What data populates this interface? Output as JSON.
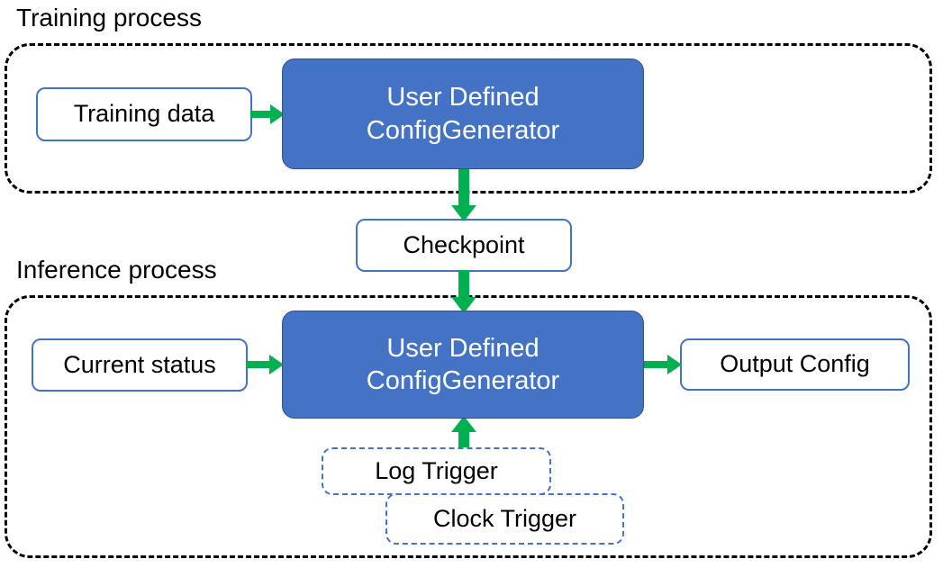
{
  "diagram": {
    "title_training": "Training process",
    "title_inference": "Inference process",
    "colors": {
      "process_fill": "#4472C4",
      "process_border": "#2F528F",
      "node_border": "#4472C4",
      "arrow_green": "#00B050",
      "container_border": "#000000",
      "text_dark": "#000000",
      "text_light": "#FFFFFF",
      "background": "#FFFFFF"
    }
  },
  "training": {
    "label": "Training process",
    "input_node": "Training data",
    "process_line1": "User Defined",
    "process_line2": "ConfigGenerator"
  },
  "checkpoint": {
    "label": "Checkpoint"
  },
  "inference": {
    "label": "Inference process",
    "input_node": "Current status",
    "process_line1": "User Defined",
    "process_line2": "ConfigGenerator",
    "output_node": "Output Config",
    "triggers": [
      {
        "label": "Log Trigger"
      },
      {
        "label": "Clock Trigger"
      }
    ]
  },
  "arrows": [
    {
      "name": "training-data-to-process",
      "direction": "right"
    },
    {
      "name": "process-to-checkpoint",
      "direction": "down"
    },
    {
      "name": "checkpoint-to-process",
      "direction": "down"
    },
    {
      "name": "current-status-to-process",
      "direction": "right"
    },
    {
      "name": "process-to-output-config",
      "direction": "right"
    },
    {
      "name": "log-trigger-to-process",
      "direction": "up"
    }
  ]
}
